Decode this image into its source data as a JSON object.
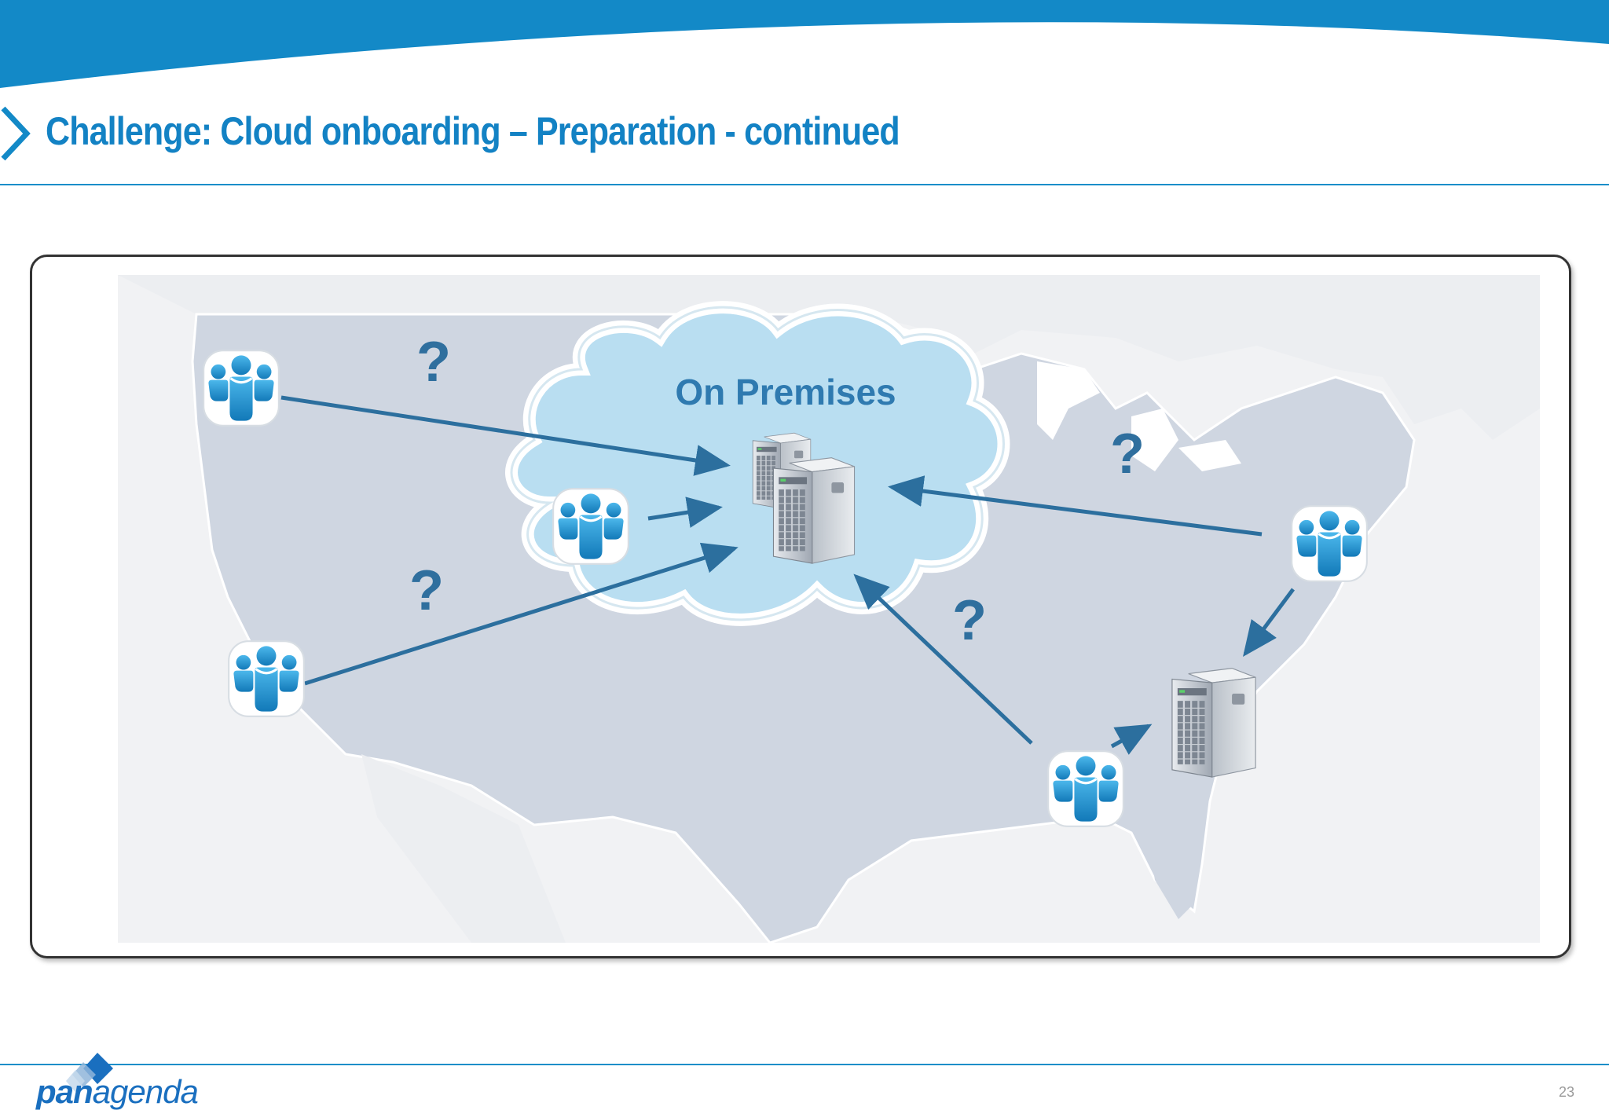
{
  "slide": {
    "title": "Challenge: Cloud onboarding – Preparation - continued",
    "page_number": "23"
  },
  "diagram": {
    "cloud_label": "On Premises",
    "question_marks": [
      "?",
      "?",
      "?",
      "?"
    ],
    "nodes": [
      {
        "id": "user-northwest",
        "icon": "users-icon"
      },
      {
        "id": "user-southwest",
        "icon": "users-icon"
      },
      {
        "id": "user-cloud",
        "icon": "users-icon"
      },
      {
        "id": "user-northeast",
        "icon": "users-icon"
      },
      {
        "id": "user-southeast",
        "icon": "users-icon"
      },
      {
        "id": "server-cloud",
        "icon": "server-icon"
      },
      {
        "id": "server-southeast",
        "icon": "server-icon"
      }
    ]
  },
  "logo": {
    "part1": "pan",
    "part2": "agenda"
  },
  "colors": {
    "brand_blue": "#1382c4",
    "arrow": "#2c6f9e",
    "cloud_fill": "#b9def1",
    "map_fill": "#cfd6e1"
  }
}
